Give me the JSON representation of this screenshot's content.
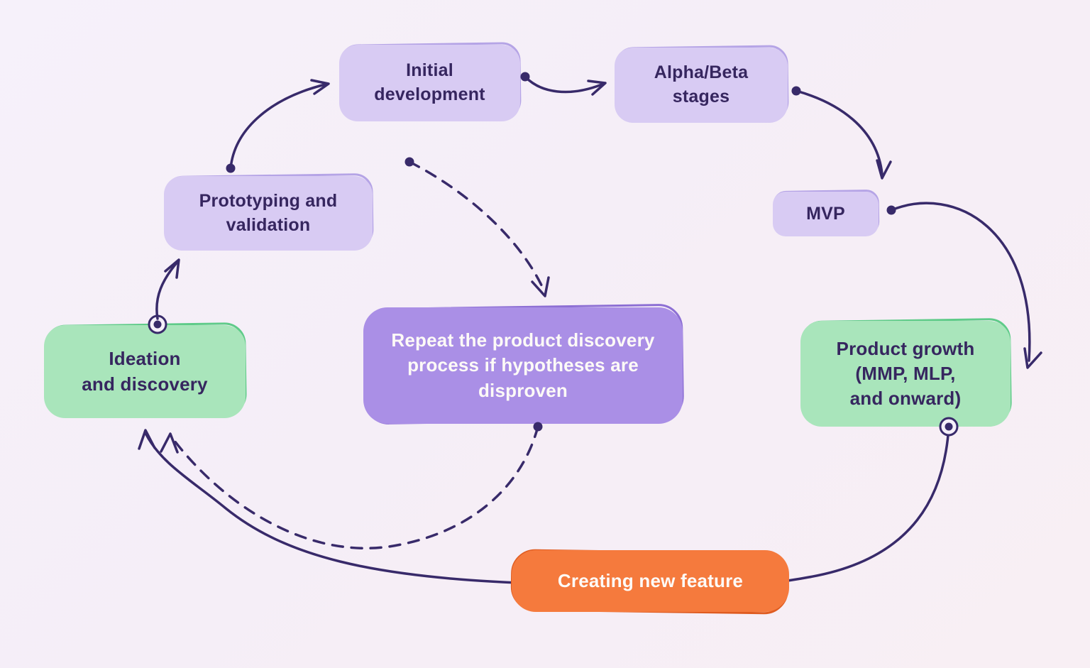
{
  "diagram": {
    "type": "flowchart",
    "nodes": {
      "ideation": {
        "label": "Ideation\nand discovery",
        "color": "#a9e5bb"
      },
      "prototyping": {
        "label": "Prototyping and\nvalidation",
        "color": "#d8cbf3"
      },
      "initial_development": {
        "label": "Initial\ndevelopment",
        "color": "#d8cbf3"
      },
      "alpha_beta": {
        "label": "Alpha/Beta\nstages",
        "color": "#d8cbf3"
      },
      "mvp": {
        "label": "MVP",
        "color": "#d8cbf3"
      },
      "repeat_discovery": {
        "label": "Repeat the product discovery\nprocess if hypotheses are\ndisproven",
        "color": "#aa8fe6"
      },
      "product_growth": {
        "label": "Product growth\n(MMP, MLP,\nand onward)",
        "color": "#a9e5bb"
      },
      "creating_feature": {
        "label": "Creating new feature",
        "color": "#f57a3d"
      }
    },
    "edges": [
      {
        "from": "ideation",
        "to": "prototyping",
        "style": "solid"
      },
      {
        "from": "prototyping",
        "to": "initial_development",
        "style": "solid"
      },
      {
        "from": "initial_development",
        "to": "alpha_beta",
        "style": "solid"
      },
      {
        "from": "alpha_beta",
        "to": "mvp",
        "style": "solid"
      },
      {
        "from": "mvp",
        "to": "product_growth",
        "style": "solid"
      },
      {
        "from": "product_growth",
        "to": "ideation",
        "style": "solid",
        "via": "creating_feature"
      },
      {
        "from": "initial_development",
        "to": "repeat_discovery",
        "style": "dashed"
      },
      {
        "from": "repeat_discovery",
        "to": "ideation",
        "style": "dashed"
      }
    ],
    "colors": {
      "background": "#f6f0f8",
      "line": "#382a6a",
      "text_dark": "#36265f",
      "text_light": "#fdfaf7",
      "lavender_box": "#d8cbf3",
      "purple_box": "#aa8fe6",
      "green_box": "#a9e5bb",
      "orange_box": "#f57a3d"
    }
  }
}
